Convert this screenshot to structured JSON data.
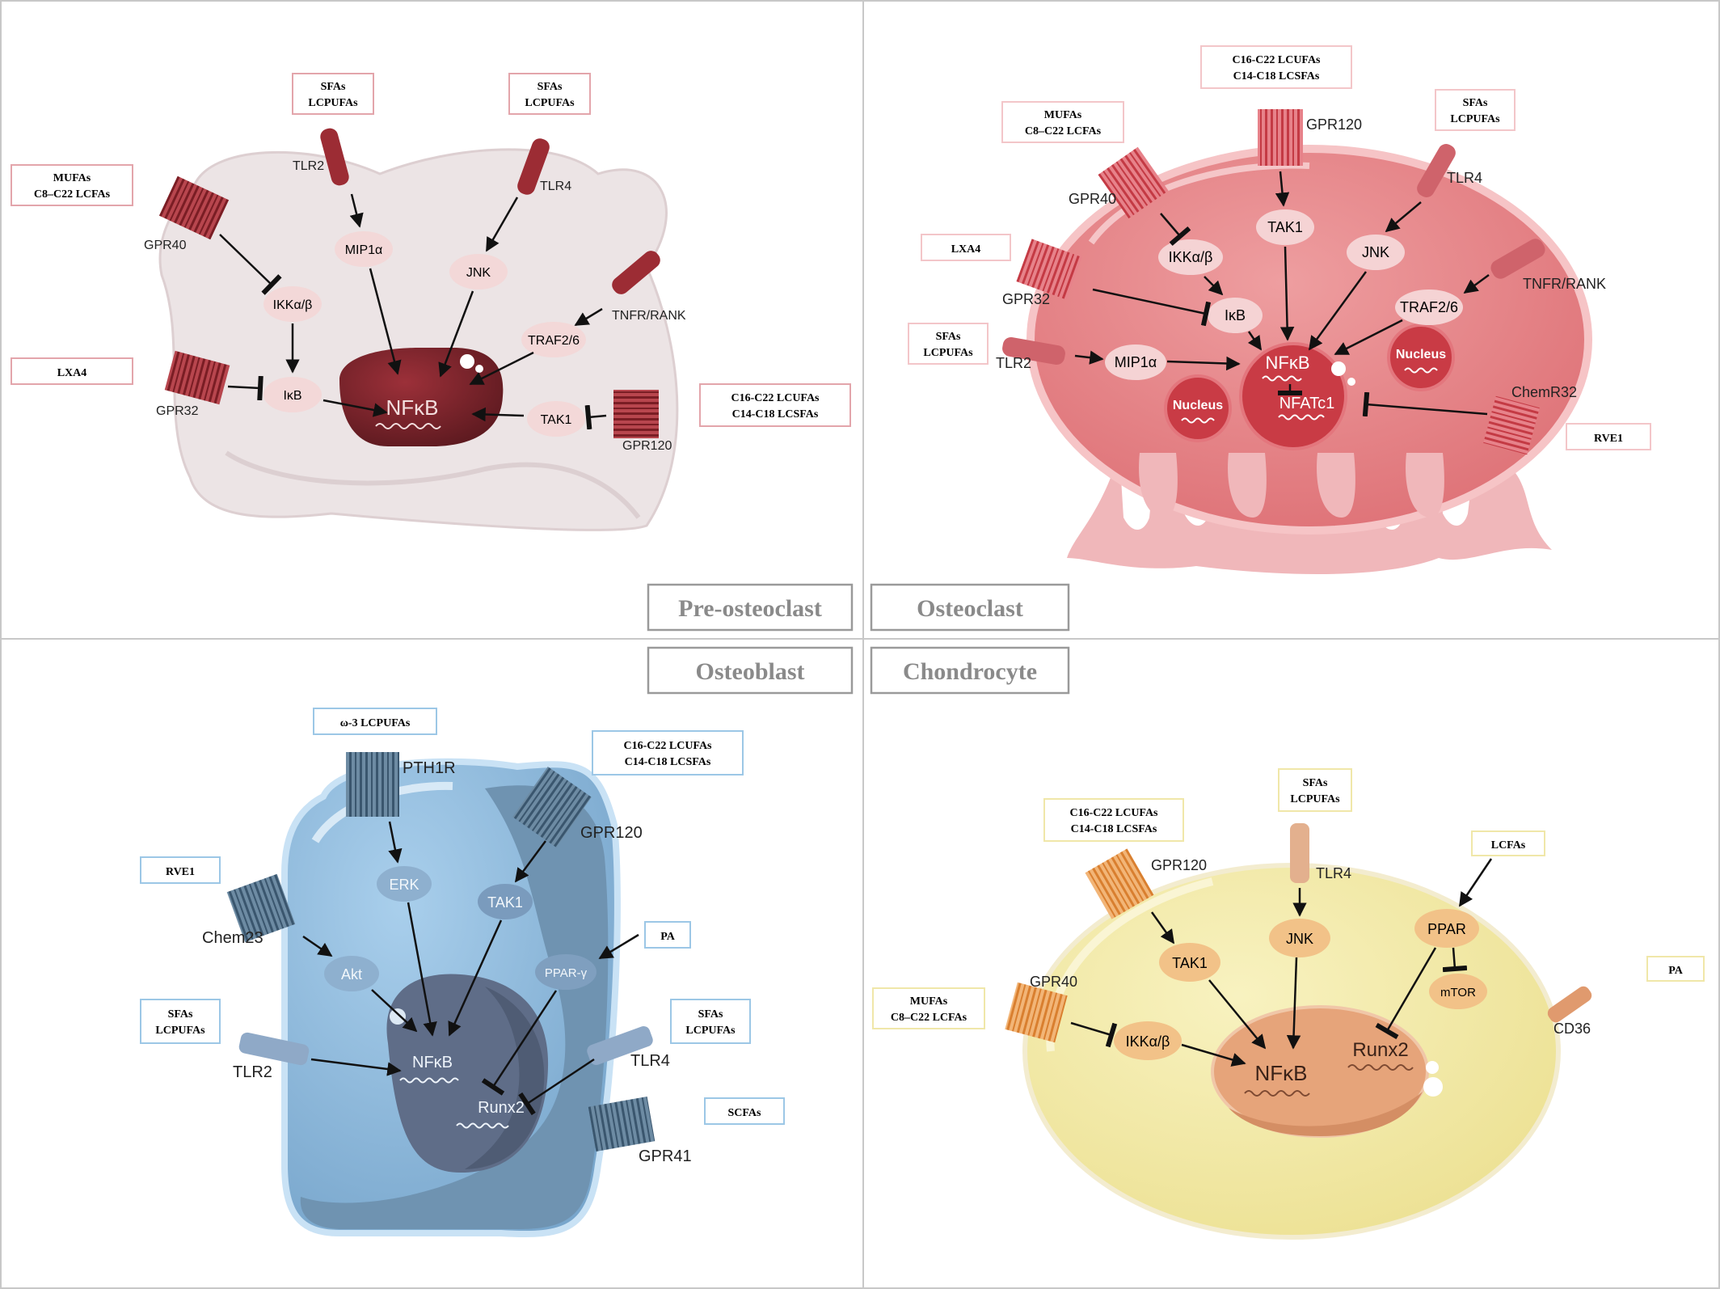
{
  "quadrants": {
    "pre_osteoclast": {
      "title": "Pre-osteoclast",
      "ligand_boxes": {
        "sfas_tlr2": [
          "SFAs",
          "LCPUFAs"
        ],
        "sfas_tlr4": [
          "SFAs",
          "LCPUFAs"
        ],
        "mufas": [
          "MUFAs",
          "C8–C22 LCFAs"
        ],
        "lxa4": "LXA4",
        "c16": [
          "C16-C22 LCUFAs",
          "C14-C18 LCSFAs"
        ]
      },
      "receptors": {
        "tlr2": "TLR2",
        "tlr4": "TLR4",
        "gpr40": "GPR40",
        "gpr32": "GPR32",
        "gpr120": "GPR120",
        "tnfr": "TNFR/RANK"
      },
      "nodes": {
        "mip1a": "MIP1α",
        "jnk": "JNK",
        "ikk": "IKKα/β",
        "ikb": "IκB",
        "traf": "TRAF2/6",
        "tak1": "TAK1",
        "nfkb": "NFκB"
      }
    },
    "osteoclast": {
      "title": "Osteoclast",
      "ligand_boxes": {
        "c16": [
          "C16-C22 LCUFAs",
          "C14-C18 LCSFAs"
        ],
        "mufas": [
          "MUFAs",
          "C8–C22 LCFAs"
        ],
        "sfas_tlr4": [
          "SFAs",
          "LCPUFAs"
        ],
        "lxa4": "LXA4",
        "sfas_tlr2": [
          "SFAs",
          "LCPUFAs"
        ],
        "rve1": "RVE1"
      },
      "receptors": {
        "gpr120": "GPR120",
        "gpr40": "GPR40",
        "tlr4": "TLR4",
        "gpr32": "GPR32",
        "tnfr": "TNFR/RANK",
        "tlr2": "TLR2",
        "chemr32": "ChemR32"
      },
      "nodes": {
        "tak1": "TAK1",
        "ikk": "IKKα/β",
        "jnk": "JNK",
        "ikb": "IκB",
        "traf": "TRAF2/6",
        "mip1a": "MIP1α",
        "nfkb": "NFκB",
        "nfatc1": "NFATc1",
        "nucleus": "Nucleus"
      }
    },
    "osteoblast": {
      "title": "Osteoblast",
      "ligand_boxes": {
        "omega3": "ω-3 LCPUFAs",
        "c16": [
          "C16-C22 LCUFAs",
          "C14-C18 LCSFAs"
        ],
        "rve1": "RVE1",
        "pa": "PA",
        "sfas_tlr2": [
          "SFAs",
          "LCPUFAs"
        ],
        "sfas_tlr4": [
          "SFAs",
          "LCPUFAs"
        ],
        "scfas": "SCFAs"
      },
      "receptors": {
        "pth1r": "PTH1R",
        "gpr120": "GPR120",
        "chem23": "Chem23",
        "tlr2": "TLR2",
        "tlr4": "TLR4",
        "gpr41": "GPR41"
      },
      "nodes": {
        "erk": "ERK",
        "tak1": "TAK1",
        "akt": "Akt",
        "ppar": "PPAR-γ",
        "nfkb": "NFκB",
        "runx2": "Runx2"
      }
    },
    "chondrocyte": {
      "title": "Chondrocyte",
      "ligand_boxes": {
        "sfas_tlr4": [
          "SFAs",
          "LCPUFAs"
        ],
        "c16": [
          "C16-C22 LCUFAs",
          "C14-C18 LCSFAs"
        ],
        "lcfas": "LCFAs",
        "pa": "PA",
        "mufas": [
          "MUFAs",
          "C8–C22 LCFAs"
        ]
      },
      "receptors": {
        "gpr120": "GPR120",
        "tlr4": "TLR4",
        "gpr40": "GPR40",
        "cd36": "CD36"
      },
      "nodes": {
        "tak1": "TAK1",
        "jnk": "JNK",
        "ppar": "PPAR",
        "mtor": "mTOR",
        "ikk": "IKKα/β",
        "nfkb": "NFκB",
        "runx2": "Runx2"
      }
    }
  },
  "colors": {
    "osteoclast_red": "#b5323a",
    "osteoblast_blue": "#45657e",
    "chondrocyte_orange": "#e0954a",
    "title_gray": "#8a8a8a"
  }
}
